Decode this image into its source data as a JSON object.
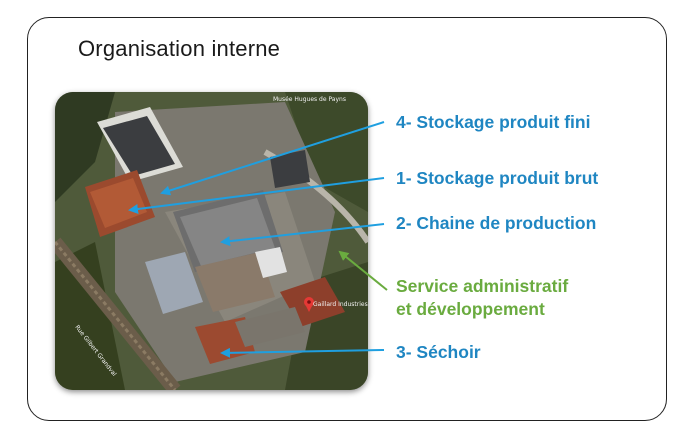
{
  "title": "Organisation interne",
  "colors": {
    "label_blue": "#1f86c2",
    "label_green": "#6aab3f",
    "arrow_blue": "#1f9fe0",
    "arrow_green": "#6aab3f",
    "pin_red": "#e53935"
  },
  "map": {
    "place_top": "Musée Hugues de Payns",
    "place_mid": "Gaillard Industries",
    "road_left": "Rue Gilbert Grandval"
  },
  "labels": {
    "stockage_fini": "4- Stockage produit fini",
    "stockage_brut": "1- Stockage produit brut",
    "chaine": "2- Chaine de production",
    "service_line1": "Service administratif",
    "service_line2": "et développement",
    "sechoir": "3- Séchoir"
  },
  "icons": {
    "map_pin": "map-pin-icon",
    "arrow": "arrow-icon"
  }
}
